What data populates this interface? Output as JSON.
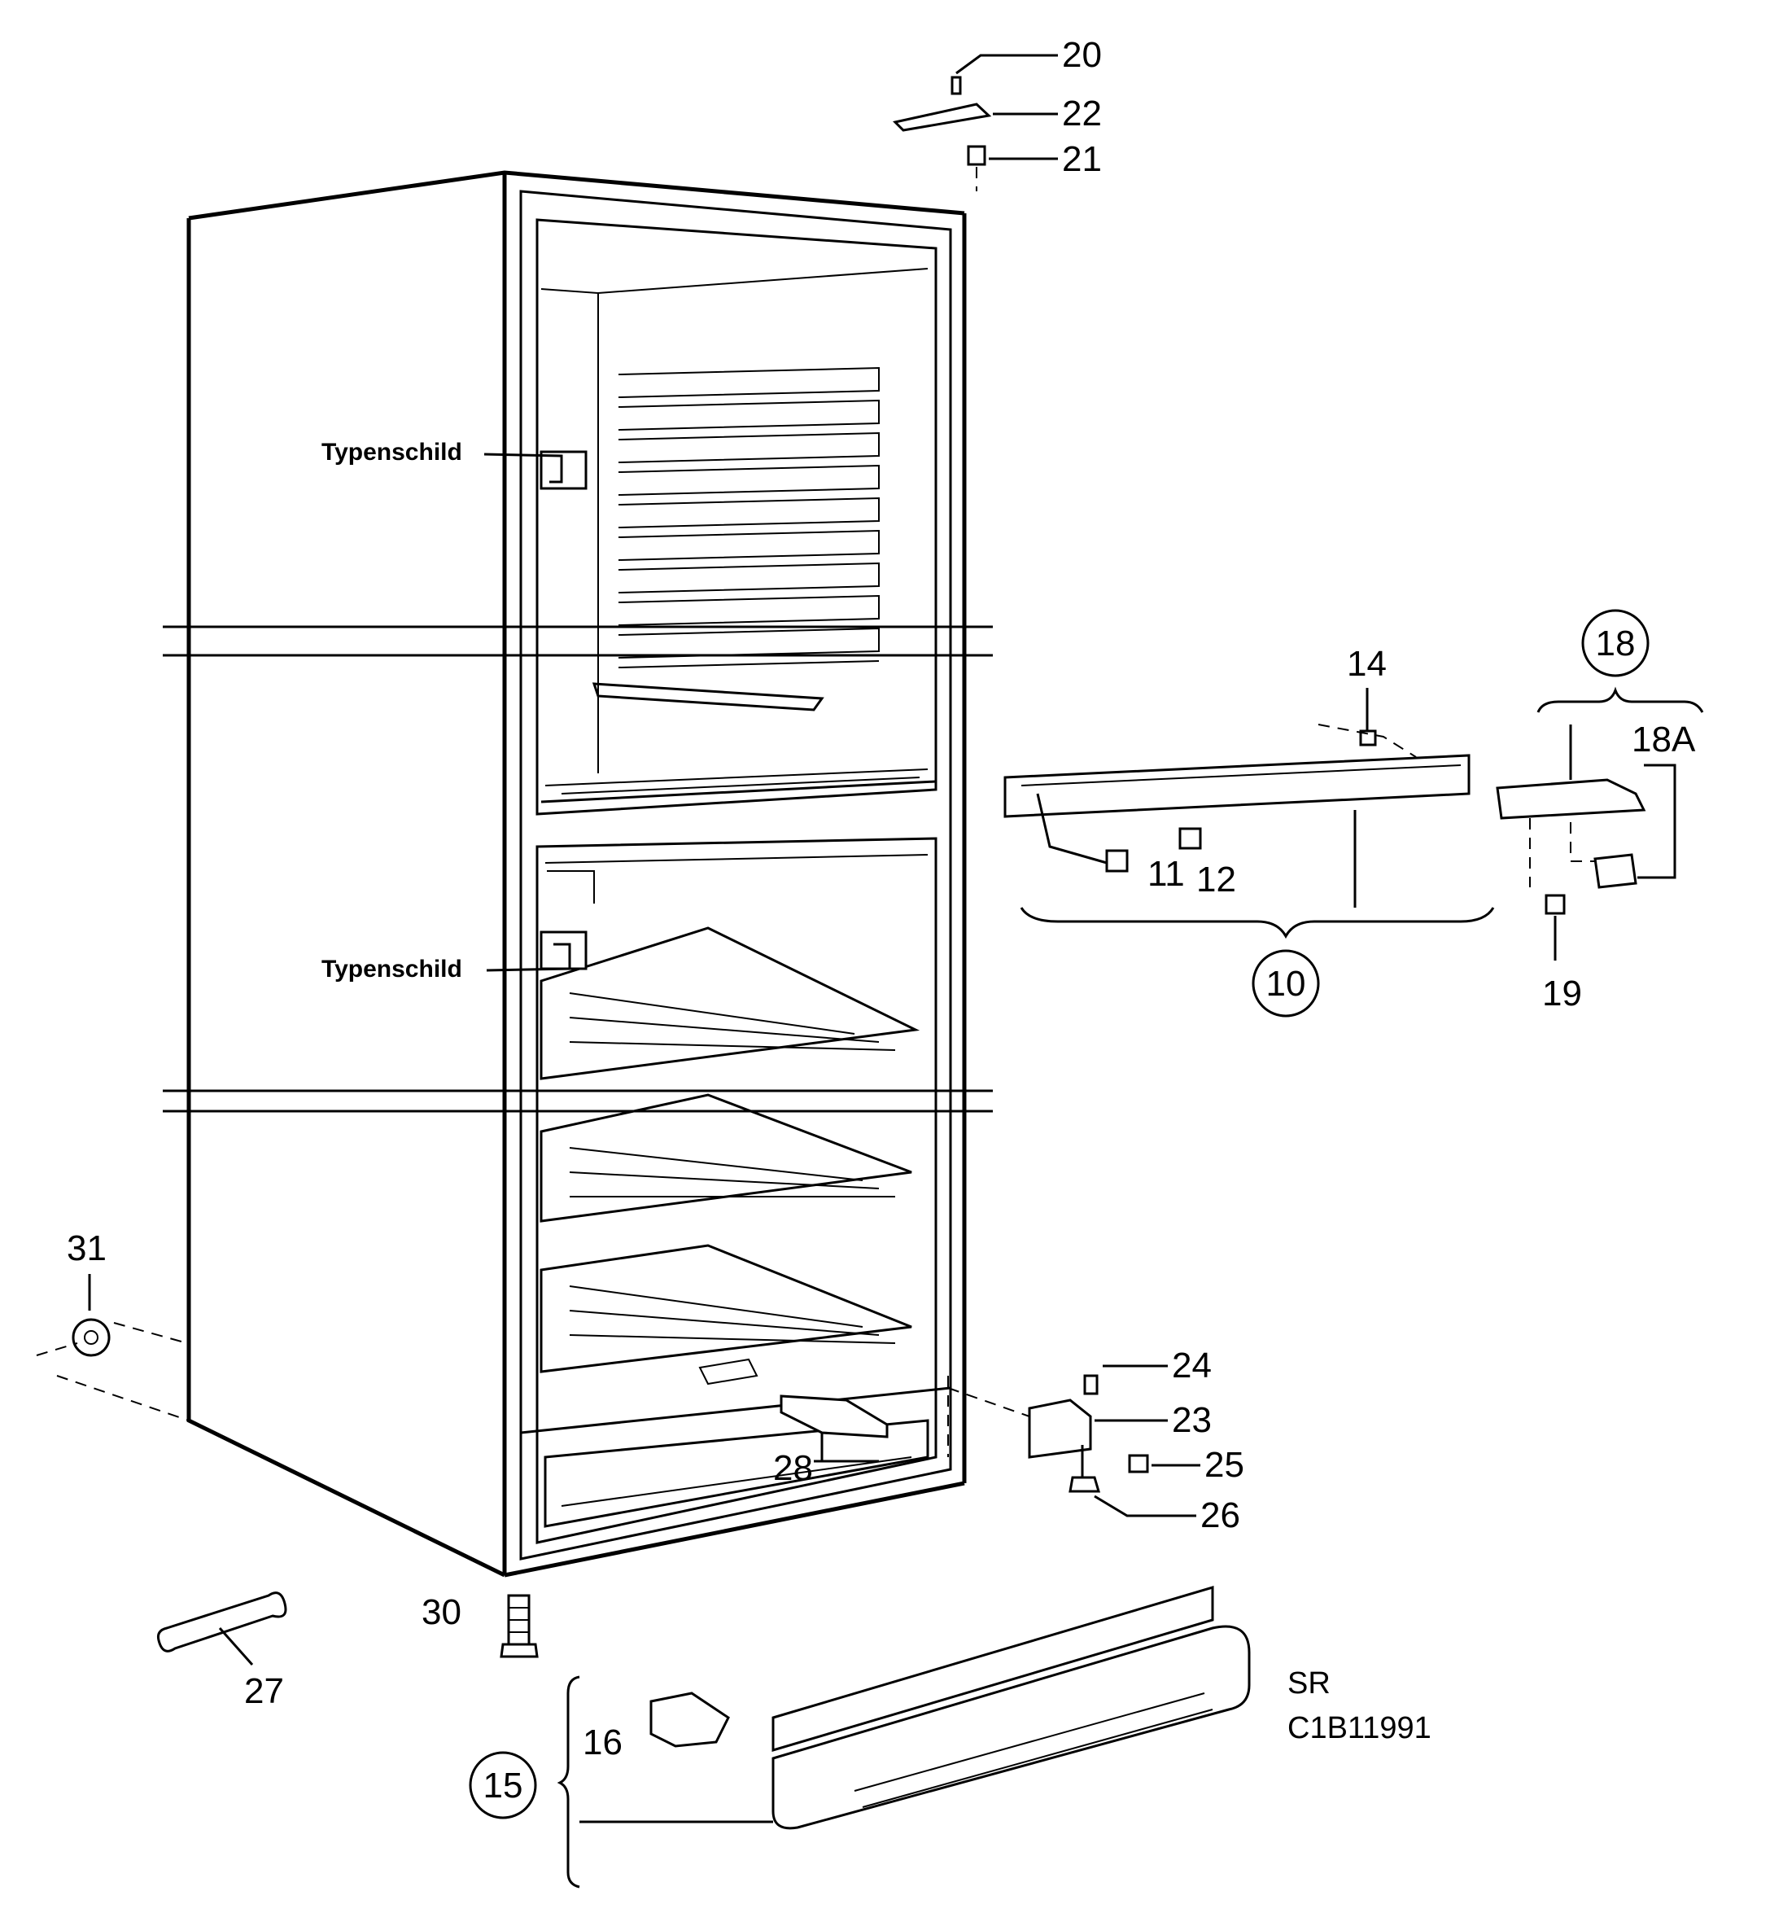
{
  "labels": {
    "typenschild_upper": "Typenschild",
    "typenschild_lower": "Typenschild",
    "code_sr": "SR",
    "code_id": "C1B11991"
  },
  "callouts": {
    "p10": "10",
    "p11": "11",
    "p12": "12",
    "p14": "14",
    "p15": "15",
    "p16": "16",
    "p18": "18",
    "p18a": "18A",
    "p19": "19",
    "p20": "20",
    "p21": "21",
    "p22": "22",
    "p23": "23",
    "p24": "24",
    "p25": "25",
    "p26": "26",
    "p27": "27",
    "p28": "28",
    "p30": "30",
    "p31": "31"
  }
}
